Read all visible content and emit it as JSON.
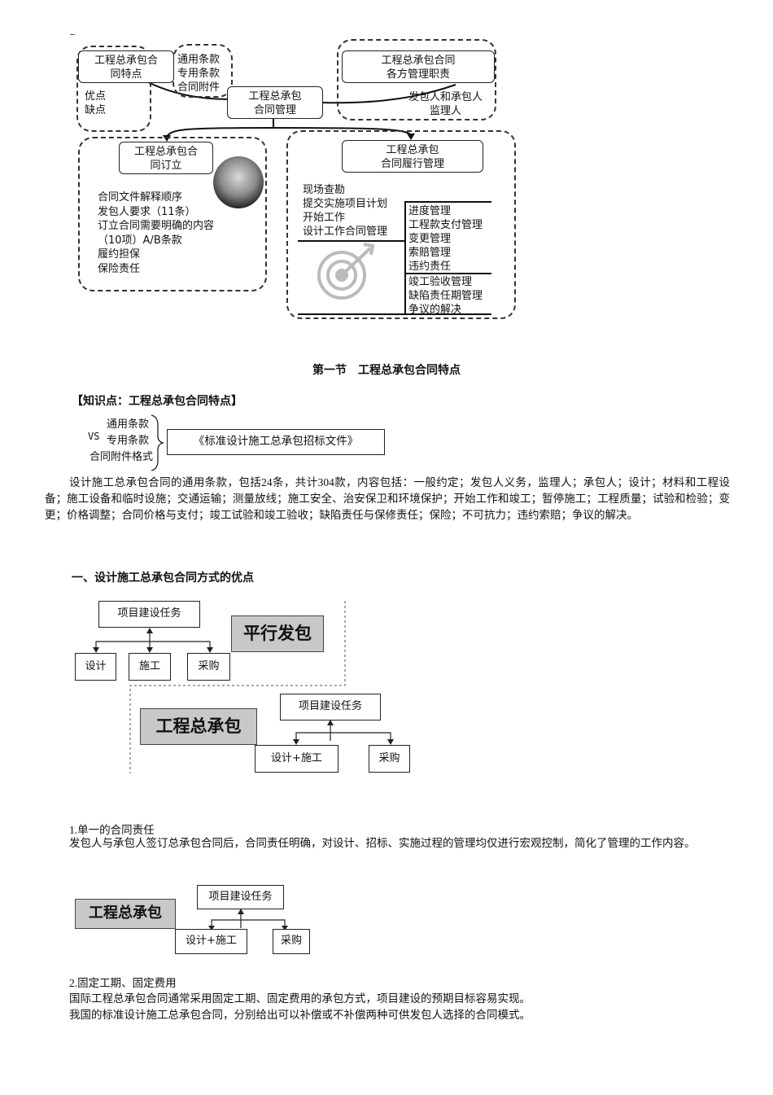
{
  "mindmap": {
    "features_box": [
      "工程总承包合",
      "同特点"
    ],
    "terms": [
      "通用条款",
      "专用条款",
      "合同附件"
    ],
    "pros_cons": [
      "优点",
      "缺点"
    ],
    "duties_box": [
      "工程总承包合同",
      "各方管理职责"
    ],
    "center_box": [
      "工程总承包",
      "合同管理"
    ],
    "parties": [
      "发包人和承包人",
      "监理人"
    ],
    "formation_box": [
      "工程总承包合",
      "同订立"
    ],
    "formation_items": [
      "合同文件解释顺序",
      "发包人要求（11条）",
      "订立合同需要明确的内容",
      "（10项）A/B条款",
      "履约担保",
      "保险责任"
    ],
    "performance_box": [
      "工程总承包",
      "合同履行管理"
    ],
    "performance_items": [
      "现场查勘",
      "提交实施项目计划",
      "开始工作",
      "设计工作合同管理"
    ],
    "performance_group1": [
      "进度管理",
      "工程款支付管理",
      "变更管理",
      "索赔管理",
      "违约责任"
    ],
    "performance_group2": [
      "竣工验收管理",
      "缺陷责任期管理",
      "争议的解决"
    ]
  },
  "section_title": "第一节　工程总承包合同特点",
  "knowledge_point": "【知识点：工程总承包合同特点】",
  "vs_block": {
    "vs": "VS",
    "items": [
      "通用条款",
      "专用条款",
      "合同附件格式"
    ],
    "document": "《标准设计施工总承包招标文件》"
  },
  "paragraph1": "设计施工总承包合同的通用条款，包括24条，共计304款，内容包括：一般约定；发包人义务，监理人；承包人；设计；材料和工程设备；施工设备和临时设施；交通运输；测量放线；施工安全、治安保卫和环境保护；开始工作和竣工；暂停施工；工程质量；试验和检验；变更；价格调整；合同价格与支付；竣工试验和竣工验收；缺陷责任与保修责任；保险；不可抗力；违约索赔；争议的解决。",
  "heading1": "一、设计施工总承包合同方式的优点",
  "compare_diagram": {
    "parallel_task": "项目建设任务",
    "parallel_items": [
      "设计",
      "施工",
      "采购"
    ],
    "parallel_label": "平行发包",
    "epc_label": "工程总承包",
    "epc_task": "项目建设任务",
    "epc_items": [
      "设计+施工",
      "采购"
    ]
  },
  "point1_title": "1.单一的合同责任",
  "point1_text": "发包人与承包人签订总承包合同后，合同责任明确，对设计、招标、实施过程的管理均仅进行宏观控制，简化了管理的工作内容。",
  "diagram2": {
    "label": "工程总承包",
    "task": "项目建设任务",
    "items": [
      "设计+施工",
      "采购"
    ]
  },
  "point2_title": "2.固定工期、固定费用",
  "point2_line1": "国际工程总承包合同通常采用固定工期、固定费用的承包方式，项目建设的预期目标容易实现。",
  "point2_line2": "我国的标准设计施工总承包合同，分别给出可以补偿或不补偿两种可供发包人选择的合同模式。"
}
